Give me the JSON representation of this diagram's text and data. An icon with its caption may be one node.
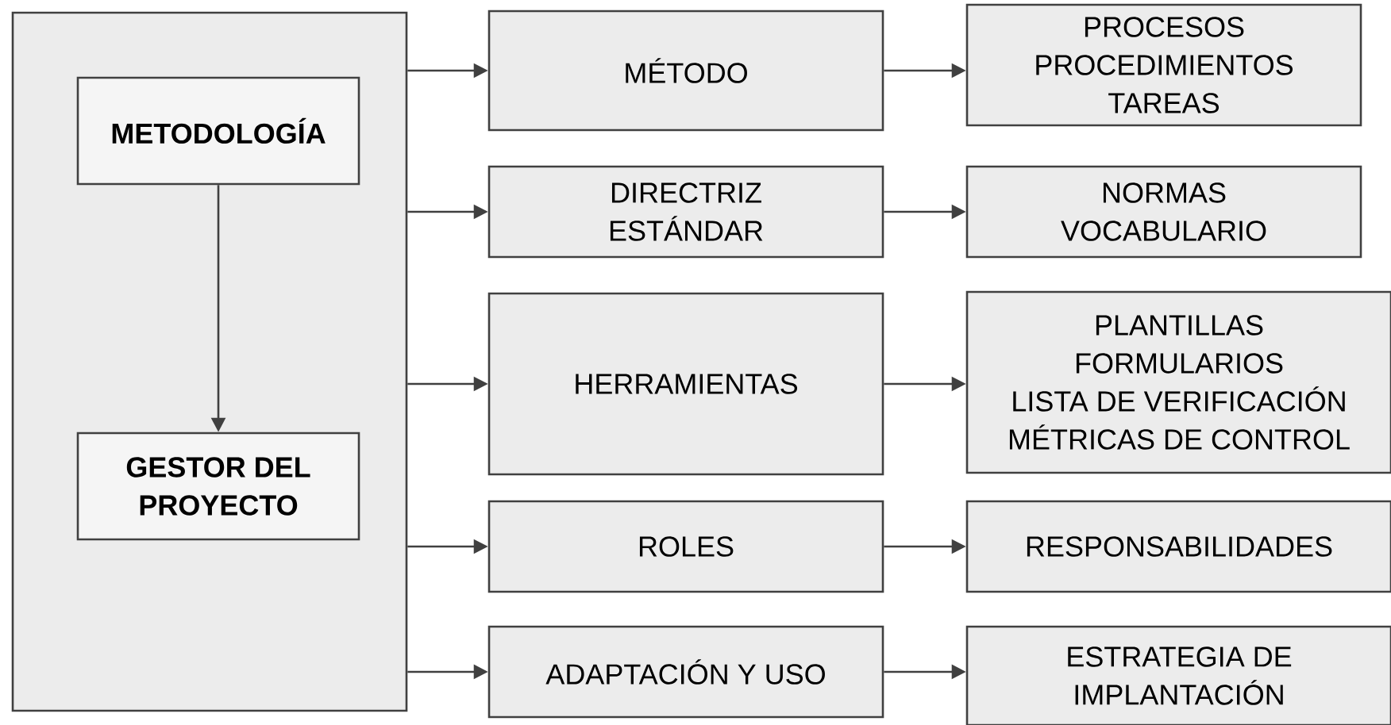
{
  "diagram": {
    "nodes": [
      {
        "text": [],
        "shape": "box"
      },
      {
        "text": [
          "METODOLOGÍA"
        ],
        "in": 0
      },
      {
        "text": [
          "GESTOR DEL PROYECTO"
        ],
        "in": 0
      },
      {
        "text": [
          "MÉTODO"
        ]
      },
      {
        "text": [
          "PROCESOS PROCEDIMIENTOS TAREAS"
        ]
      },
      {
        "text": [
          "DIRECTRIZ ESTÁNDAR"
        ]
      },
      {
        "text": [
          "NORMAS VOCABULARIO"
        ]
      },
      {
        "text": [
          "HERRAMIENTAS"
        ]
      },
      {
        "text": [
          "PLANTILLAS FORMULARIOS LISTA DE VERIFICACIÓN MÉTRICAS DE CONTROL"
        ]
      },
      {
        "text": [
          "ROLES"
        ]
      },
      {
        "text": [
          "RESPONSABILIDADES"
        ]
      },
      {
        "text": [
          "ADAPTACIÓN Y USO"
        ]
      },
      {
        "text": [
          "ESTRATEGIA DE IMPLANTACIÓN"
        ]
      }
    ],
    "edges": [
      {
        "from": 1,
        "to": 2,
        "arrow": "to"
      },
      {
        "from": 0,
        "to": 3,
        "arrow": "to"
      },
      {
        "from": 3,
        "to": 4,
        "arrow": "to"
      },
      {
        "from": 0,
        "to": 5,
        "arrow": "to"
      },
      {
        "from": 5,
        "to": 6,
        "arrow": "to"
      },
      {
        "from": 0,
        "to": 7,
        "arrow": "to"
      },
      {
        "from": 7,
        "to": 8,
        "arrow": "to"
      },
      {
        "from": 0,
        "to": 9,
        "arrow": "to"
      },
      {
        "from": 9,
        "to": 10,
        "arrow": "to"
      },
      {
        "from": 0,
        "to": 11,
        "arrow": "to"
      },
      {
        "from": 11,
        "to": 12,
        "arrow": "to"
      }
    ]
  }
}
